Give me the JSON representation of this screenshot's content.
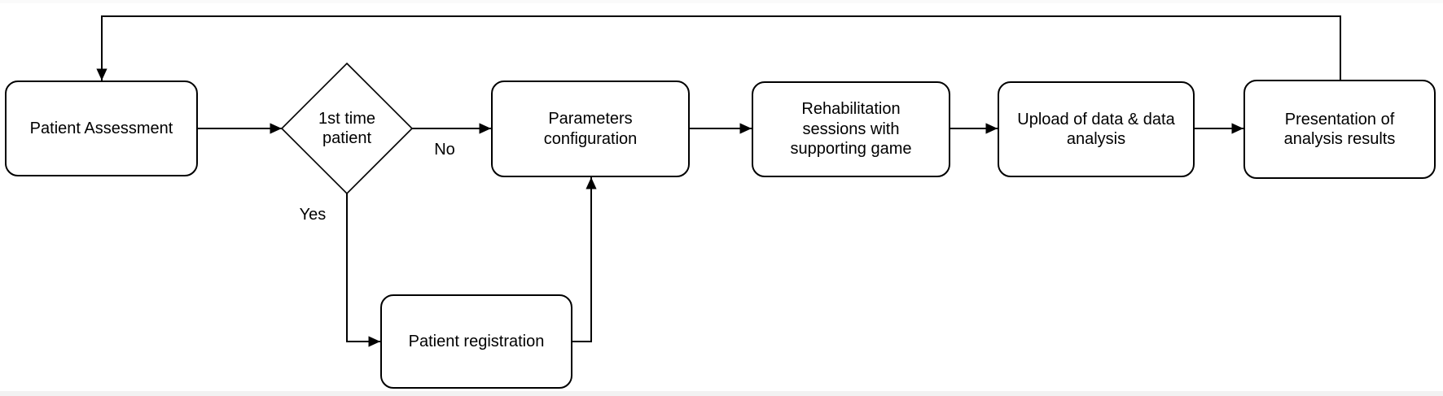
{
  "diagram": {
    "type": "flowchart",
    "colors": {
      "stroke": "#000000",
      "node_fill": "#ffffff",
      "text": "#000000"
    },
    "nodes": [
      {
        "id": "patient-assessment",
        "shape": "rounded-rect",
        "label": "Patient Assessment"
      },
      {
        "id": "first-time-patient",
        "shape": "diamond",
        "label": "1st time\npatient"
      },
      {
        "id": "parameters-configuration",
        "shape": "rounded-rect",
        "label": "Parameters\nconfiguration"
      },
      {
        "id": "rehabilitation-sessions",
        "shape": "rounded-rect",
        "label": "Rehabilitation\nsessions with\nsupporting game"
      },
      {
        "id": "upload-data-analysis",
        "shape": "rounded-rect",
        "label": "Upload of data & data\nanalysis"
      },
      {
        "id": "presentation-results",
        "shape": "rounded-rect",
        "label": "Presentation of\nanalysis results"
      },
      {
        "id": "patient-registration",
        "shape": "rounded-rect",
        "label": "Patient registration"
      }
    ],
    "edges": [
      {
        "from": "patient-assessment",
        "to": "first-time-patient"
      },
      {
        "from": "first-time-patient",
        "to": "parameters-configuration",
        "label": "No"
      },
      {
        "from": "first-time-patient",
        "to": "patient-registration",
        "label": "Yes"
      },
      {
        "from": "patient-registration",
        "to": "parameters-configuration"
      },
      {
        "from": "parameters-configuration",
        "to": "rehabilitation-sessions"
      },
      {
        "from": "rehabilitation-sessions",
        "to": "upload-data-analysis"
      },
      {
        "from": "upload-data-analysis",
        "to": "presentation-results"
      },
      {
        "from": "presentation-results",
        "to": "patient-assessment"
      }
    ]
  }
}
